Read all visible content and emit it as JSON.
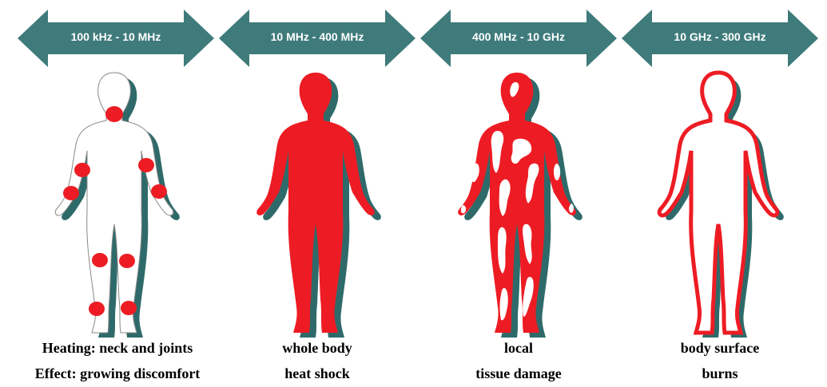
{
  "colors": {
    "arrow": "#3f7b7b",
    "shadow": "#2f6a6a",
    "red": "#ed1c24",
    "white": "#ffffff"
  },
  "panels": [
    {
      "range": "100 kHz - 10 MHz",
      "line1": "Heating: neck and joints",
      "line2": "Effect: growing discomfort",
      "style": "joints"
    },
    {
      "range": "10 MHz - 400 MHz",
      "line1": "whole body",
      "line2": "heat shock",
      "style": "full"
    },
    {
      "range": "400 MHz - 10 GHz",
      "line1": "local",
      "line2": "tissue damage",
      "style": "patchy"
    },
    {
      "range": "10 GHz - 300 GHz",
      "line1": "body surface",
      "line2": "burns",
      "style": "outline"
    }
  ]
}
